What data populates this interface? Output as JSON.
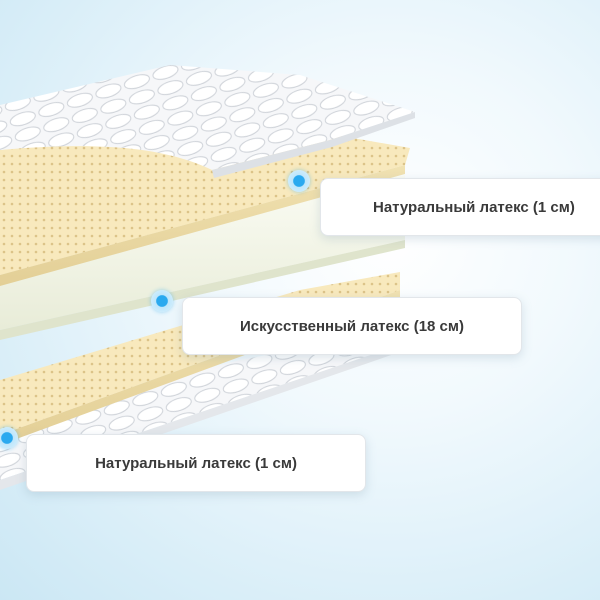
{
  "layers": [
    {
      "label": "Натуральный латекс (1 см)"
    },
    {
      "label": "Искусственный латекс (18 см)"
    },
    {
      "label": "Натуральный латекс (1 см)"
    }
  ],
  "colors": {
    "marker": "#2aa9ef",
    "latex": "#f7e7b8",
    "latex_dots": "#e1c98a",
    "foam": "#f2f4e4",
    "quilted_cover": "#f4f5f7",
    "background": "#d9eef8"
  }
}
